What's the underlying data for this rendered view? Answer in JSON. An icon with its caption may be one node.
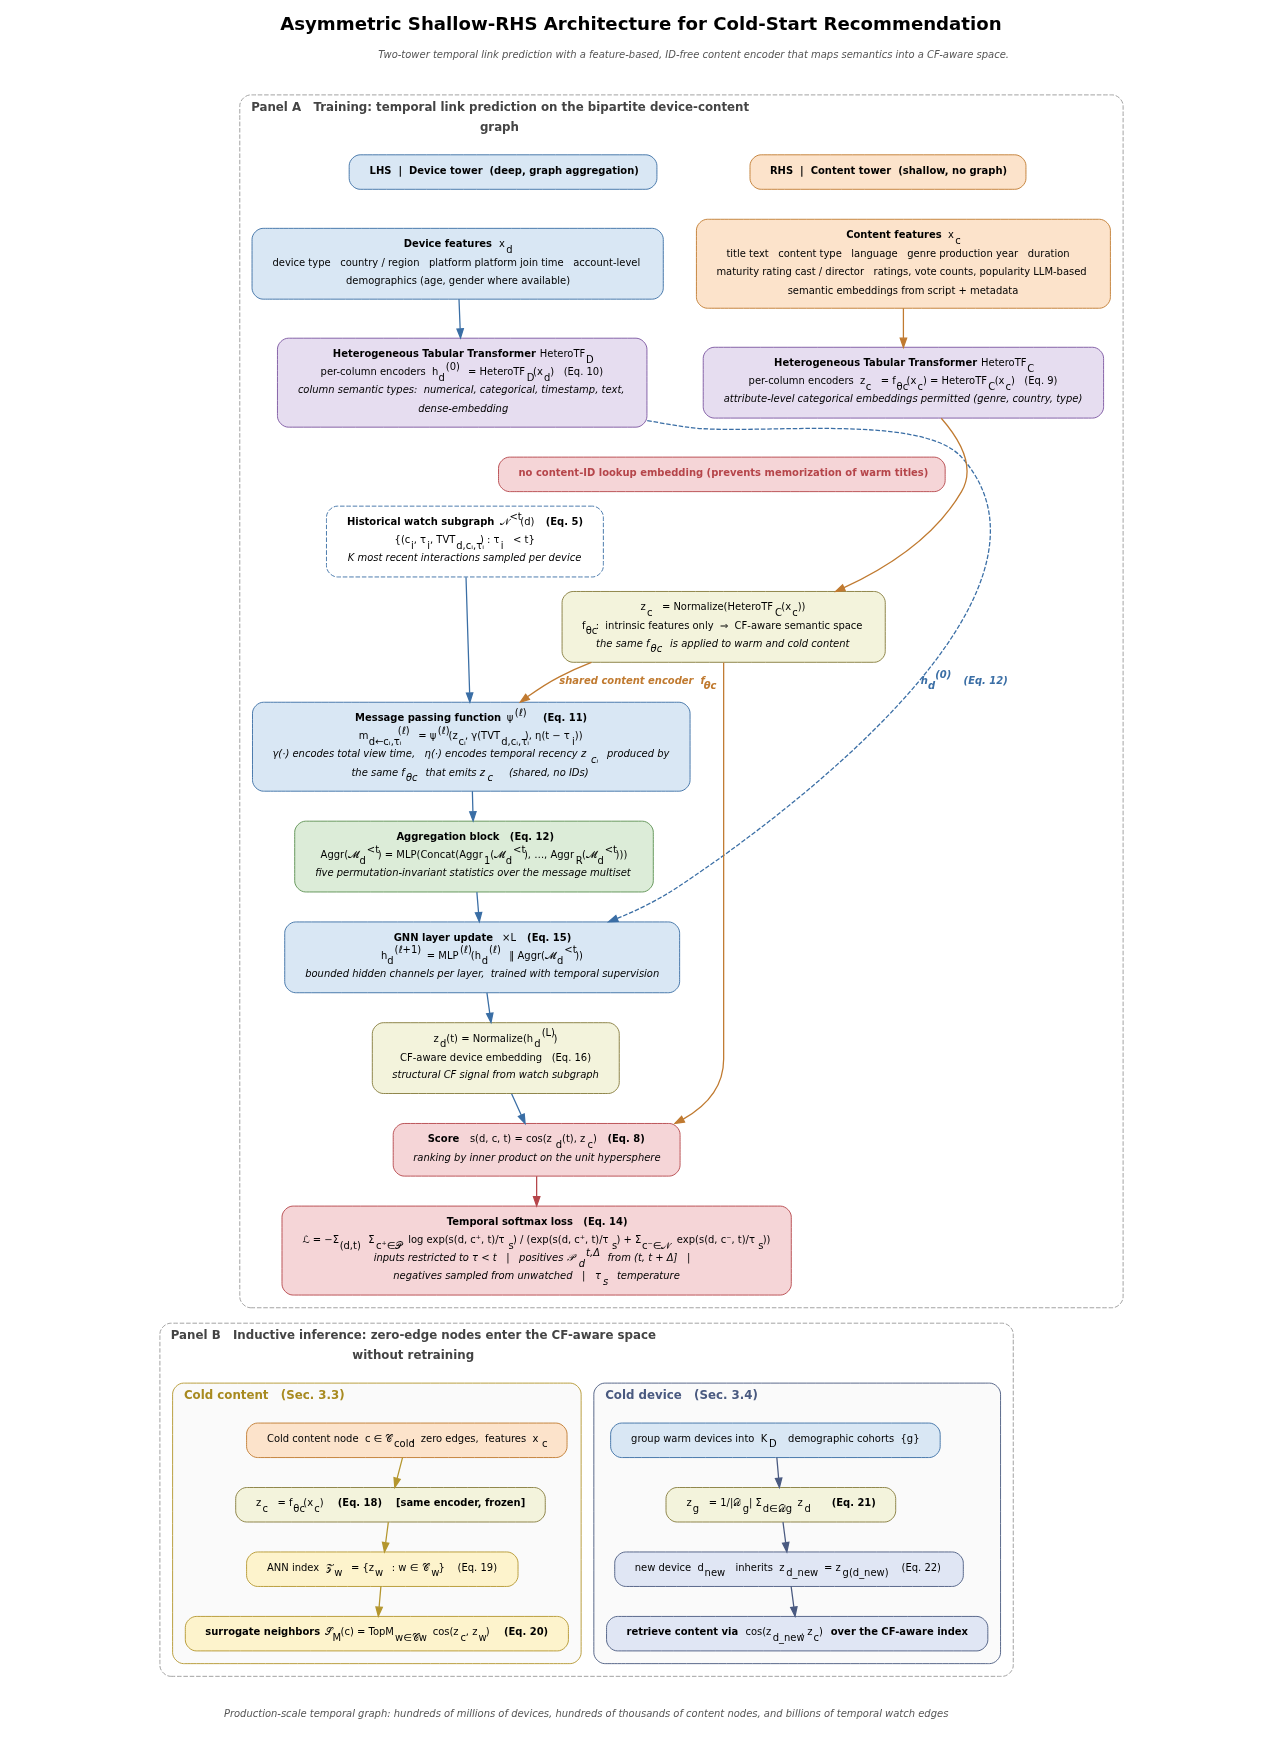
{
  "diagram": {
    "title": "Asymmetric Shallow-RHS Architecture for Cold-Start Recommendation",
    "caption": "Production-scale temporal graph: hundreds of millions of devices, hundreds of thousands of content nodes, and billions of temporal watch edges",
    "nodes": [
      {
        "text": [
          "Panel A   Training: temporal link prediction on the bipartite device-content graph"
        ]
      },
      {
        "text": [
          "LHS  |  Device tower  (deep, graph aggregation)"
        ],
        "in": 0
      },
      {
        "text": [
          "RHS  |  Content tower  (shallow, no graph)"
        ],
        "in": 0
      },
      {
        "text": [
          "**Device features**  x$_{d}$",
          "device type   country / region   platform platform join time   account-level demographics (age, gender where available)"
        ],
        "in": 0
      },
      {
        "text": [
          "**Heterogeneous Tabular Transformer**  HeteroTF$_{D}$",
          "per-column encoders  h$_{d}$$^{(0)}$ = HeteroTF$_{D}$(x$_{d}$)   (Eq. 10)",
          "column semantic types:  numerical, categorical, timestamp, text, dense-embedding"
        ],
        "in": 0
      },
      {
        "text": [
          "**Content features**  x$_{c}$",
          "title text   content type   language   genre production year   duration   maturity rating cast / director   ratings, vote counts, popularity LLM-based semantic embeddings from script + metadata"
        ],
        "in": 0
      },
      {
        "text": [
          "**Heterogeneous Tabular Transformer**  HeteroTF$_{C}$",
          "per-column encoders  z$_{c}$ = f$_{θc}$(x$_{c}$) = HeteroTF$_{C}$(x$_{c}$)   (Eq. 9)",
          "attribute-level categorical embeddings permitted (genre, country, type)"
        ],
        "in": 0
      },
      {
        "text": [
          "no content-ID lookup embedding (prevents memorization of warm titles)"
        ],
        "in": 0
      },
      {
        "text": [
          "**Historical watch subgraph**  𝒩$^{<t}$(d)   **(Eq. 5)**",
          "{(c$_{i}$, τ$_{i}$, TVT$_{d,cᵢ,τᵢ}$) : τ$_{i}$ < t}",
          "K most recent interactions sampled per device"
        ],
        "in": 0
      },
      {
        "text": [
          "z$_{c}$ = Normalize(HeteroTF$_{C}$(x$_{c}$))",
          "f$_{θc}$:  intrinsic features only  ⇒  CF-aware semantic space",
          "the same f$_{θc}$ is applied to warm and cold content"
        ],
        "in": 0
      },
      {
        "text": [
          "**Message passing function**  ψ$^{(ℓ)}$   **(Eq. 11)**",
          "m$_{d←cᵢ,τᵢ}$$^{(ℓ)}$ = ψ$^{(ℓ)}$(z$_{cᵢ}$, γ(TVT$_{d,cᵢ,τᵢ}$), η(t − τ$_{i}$))",
          "γ(·) encodes total view time,   η(·) encodes temporal recency z$_{cᵢ}$ produced by the same f$_{θc}$ that emits z$_{c}$   (shared, no IDs)"
        ],
        "in": 0
      },
      {
        "text": [
          "Aggregation block   (Eq. 12)",
          "Aggr(𝓜$_{d}$$^{<t}$) = MLP(Concat(Aggr$_{1}$(𝓜$_{d}$$^{<t}$), …, Aggr$_{R}$(𝓜$_{d}$$^{<t}$)))",
          "five permutation-invariant statistics over the message multiset"
        ],
        "in": 0
      },
      {
        "text": [
          "**GNN layer update**   ×L   **(Eq. 15)**",
          "h$_{d}$$^{(ℓ+1)}$ = MLP$^{(ℓ)}$(h$_{d}$$^{(ℓ)}$ ‖ Aggr(𝓜$_{d}$$^{<t}$))",
          "bounded hidden channels per layer,  trained with temporal supervision"
        ],
        "in": 0
      },
      {
        "text": [
          "z$_{d}$(t) = Normalize(h$_{d}$$^{(L)}$)",
          "CF-aware device embedding   (Eq. 16)",
          "structural CF signal from watch subgraph"
        ],
        "in": 0
      },
      {
        "text": [
          "**Score**   s(d, c, t) = cos(z$_{d}$(t), z$_{c}$)   **(Eq. 8)**",
          "ranking by inner product on the unit hypersphere"
        ],
        "in": 0
      },
      {
        "text": [
          "Temporal softmax loss   (Eq. 14)",
          "ℒ = −Σ$_{(d,t)}$ Σ$_{c⁺∈𝒫}$ log exp(s(d, c⁺, t)/τ$_{s}$) / (exp(s(d, c⁺, t)/τ$_{s}$) + Σ$_{c⁻∈𝒩}$ exp(s(d, c⁻, t)/τ$_{s}$))",
          "inputs restricted to τ < t   |   positives 𝒫$_{d}$$^{t,Δ}$ from (t, t + Δ]   |   negatives sampled from unwatched   |   τ$_{s}$ temperature"
        ],
        "in": 0
      },
      {
        "text": [
          "Panel B   Inductive inference: zero-edge nodes enter the CF-aware space without retraining"
        ]
      },
      {
        "text": [
          "Cold content   (Sec. 3.3)"
        ],
        "in": 16
      },
      {
        "text": [
          "Cold content node  c ∈ 𝒞$_{cold}$,  zero edges,  features  x$_{c}$"
        ],
        "in": 17
      },
      {
        "text": [
          "z$_{c}$ = f$_{θc}$(x$_{c}$)    **(Eq. 18)    [same encoder, frozen]**"
        ],
        "in": 17
      },
      {
        "text": [
          "ANN index  𝒵$_{w}$ = {z$_{w}$ : w ∈ 𝒞$_{w}$}    (Eq. 19)"
        ],
        "in": 17
      },
      {
        "text": [
          "**surrogate neighbors**  𝒮$_{M}$(c) = TopM$_{w∈𝒞w}$ cos(z$_{c}$, z$_{w}$)    **(Eq. 20)**"
        ],
        "in": 17
      },
      {
        "text": [
          "Cold device   (Sec. 3.4)"
        ],
        "in": 16
      },
      {
        "text": [
          "group warm devices into  K$_{D}$  demographic cohorts  {g}"
        ],
        "in": 22
      },
      {
        "text": [
          "z$_{g}$ = 1/|𝒟$_{g}$| Σ$_{d∈𝒟g}$ z$_{d}$    **(Eq. 21)**"
        ],
        "in": 22
      },
      {
        "text": [
          "new device  d$_{new}$  inherits  z$_{d_new}$ = z$_{g(d_new)}$    (Eq. 22)"
        ],
        "in": 22
      },
      {
        "text": [
          "**retrieve content via**  cos(z$_{d_new}$, z$_{c}$)  **over the CF-aware index**"
        ],
        "in": 22
      }
    ],
    "edges": [
      {
        "from": 3,
        "to": 4,
        "arrow": "to"
      },
      {
        "from": 4,
        "to": 12,
        "arrow": "to",
        "label": "h$_{d}$$^{(0)}$  (Eq. 12)",
        "style": "dashed"
      },
      {
        "from": 8,
        "to": 10,
        "arrow": "to"
      },
      {
        "from": 10,
        "to": 11,
        "arrow": "to"
      },
      {
        "from": 11,
        "to": 12,
        "arrow": "to"
      },
      {
        "from": 12,
        "to": 13,
        "arrow": "to"
      },
      {
        "from": 13,
        "to": 14,
        "arrow": "to"
      },
      {
        "from": 5,
        "to": 6,
        "arrow": "to",
        "color": "#c07a30"
      },
      {
        "from": 6,
        "to": 9,
        "arrow": "to",
        "color": "#c07a30"
      },
      {
        "from": 9,
        "to": 10,
        "arrow": "to",
        "label": "shared content encoder  f$_{θc}$",
        "color": "#c07a30"
      },
      {
        "from": 9,
        "to": 14,
        "arrow": "to",
        "color": "#c07a30"
      },
      {
        "from": 14,
        "to": 15,
        "arrow": "to",
        "color": "#b5454a"
      },
      {
        "from": 18,
        "to": 19,
        "arrow": "to",
        "color": "#b4962e"
      },
      {
        "from": 19,
        "to": 20,
        "arrow": "to",
        "color": "#b4962e"
      },
      {
        "from": 20,
        "to": 21,
        "arrow": "to",
        "color": "#b4962e"
      },
      {
        "from": 23,
        "to": 24,
        "arrow": "to",
        "color": "#4a5a80"
      },
      {
        "from": 24,
        "to": 25,
        "arrow": "to",
        "color": "#4a5a80"
      },
      {
        "from": 25,
        "to": 26,
        "arrow": "to",
        "color": "#4a5a80"
      }
    ],
    "labels": [
      "Two-tower temporal link prediction with a feature-based, ID-free content encoder that maps semantics into a CF-aware space."
    ]
  }
}
